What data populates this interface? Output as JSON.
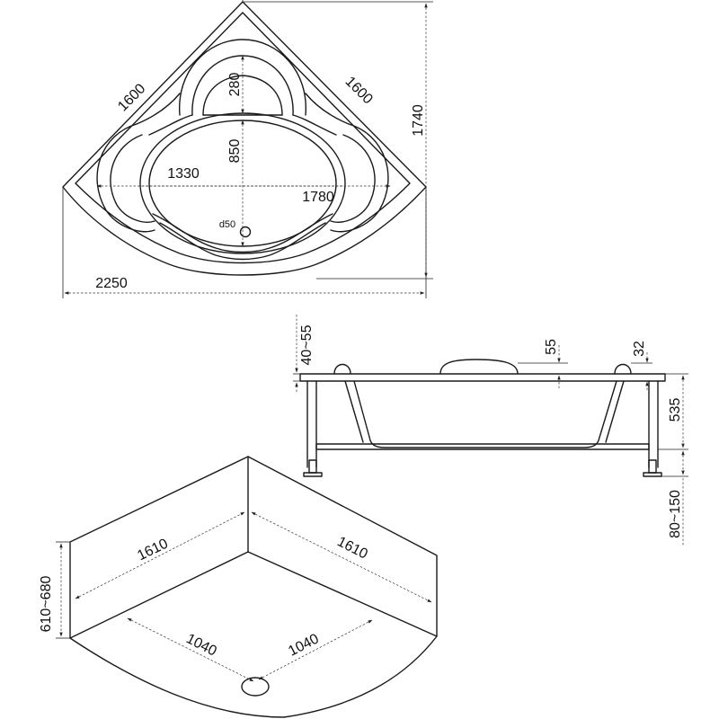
{
  "top_view": {
    "side_left": "1600",
    "side_right": "1600",
    "seat_depth": "280",
    "bowl_depth": "850",
    "bowl_width": "1330",
    "inner_width": "1780",
    "drain": "d50",
    "height": "1740",
    "width": "2250"
  },
  "side_view": {
    "rim_height": "40~55",
    "headrest_gap": "55",
    "rim_thickness": "32",
    "depth": "535",
    "leg_height": "80~150"
  },
  "panel_view": {
    "panel_left": "1610",
    "panel_right": "1610",
    "panel_height": "610~680",
    "base_left": "1040",
    "base_right": "1040"
  }
}
